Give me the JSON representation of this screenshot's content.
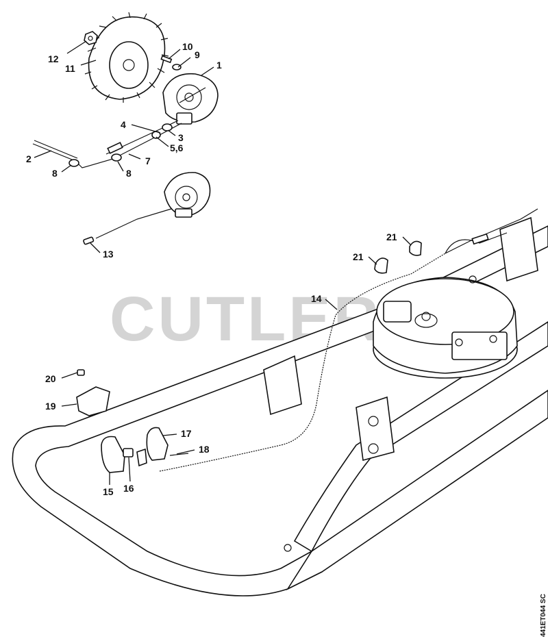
{
  "watermark": "CUTLERS",
  "drawing_code": "441ET044 SC",
  "callouts": [
    {
      "id": "c12",
      "text": "12"
    },
    {
      "id": "c11",
      "text": "11"
    },
    {
      "id": "c10",
      "text": "10"
    },
    {
      "id": "c9",
      "text": "9"
    },
    {
      "id": "c1",
      "text": "1"
    },
    {
      "id": "c4",
      "text": "4"
    },
    {
      "id": "c3",
      "text": "3"
    },
    {
      "id": "c56",
      "text": "5,6"
    },
    {
      "id": "c2",
      "text": "2"
    },
    {
      "id": "c7",
      "text": "7"
    },
    {
      "id": "c8a",
      "text": "8"
    },
    {
      "id": "c8b",
      "text": "8"
    },
    {
      "id": "c13",
      "text": "13"
    },
    {
      "id": "c21a",
      "text": "21"
    },
    {
      "id": "c21b",
      "text": "21"
    },
    {
      "id": "c14",
      "text": "14"
    },
    {
      "id": "c20",
      "text": "20"
    },
    {
      "id": "c19",
      "text": "19"
    },
    {
      "id": "c17",
      "text": "17"
    },
    {
      "id": "c18",
      "text": "18"
    },
    {
      "id": "c15",
      "text": "15"
    },
    {
      "id": "c16",
      "text": "16"
    }
  ]
}
